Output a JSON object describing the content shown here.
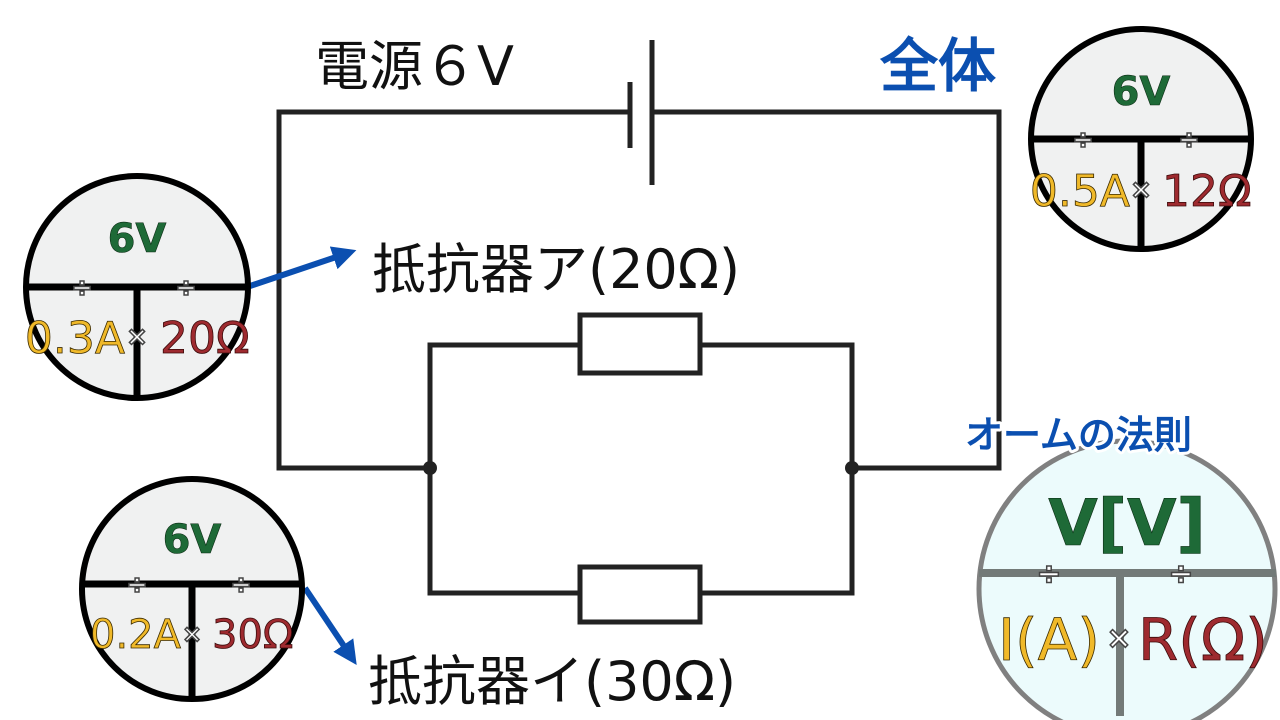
{
  "labels": {
    "power_source": "電源６V",
    "whole": "全体",
    "resistor_a": "抵抗器ア(20Ω)",
    "resistor_i": "抵抗器イ(30Ω)",
    "ohms_law_title": "オームの法則"
  },
  "circles": {
    "resistor_a": {
      "voltage": "6V",
      "current": "0.3A",
      "resistance": "20Ω"
    },
    "resistor_i": {
      "voltage": "6V",
      "current": "0.2A",
      "resistance": "30Ω"
    },
    "whole": {
      "voltage": "6V",
      "current": "0.5A",
      "resistance": "12Ω"
    },
    "ohms_law": {
      "voltage": "V[V]",
      "current": "I(A)",
      "resistance": "R(Ω)"
    }
  },
  "operators": {
    "divide": "÷",
    "multiply": "×"
  },
  "colors": {
    "wire": "#222222",
    "arrow": "#0b4fb0",
    "title_blue": "#0b4fb0",
    "voltage": "#1e6a37",
    "current": "#f0b929",
    "resistance": "#9e2a2f"
  }
}
